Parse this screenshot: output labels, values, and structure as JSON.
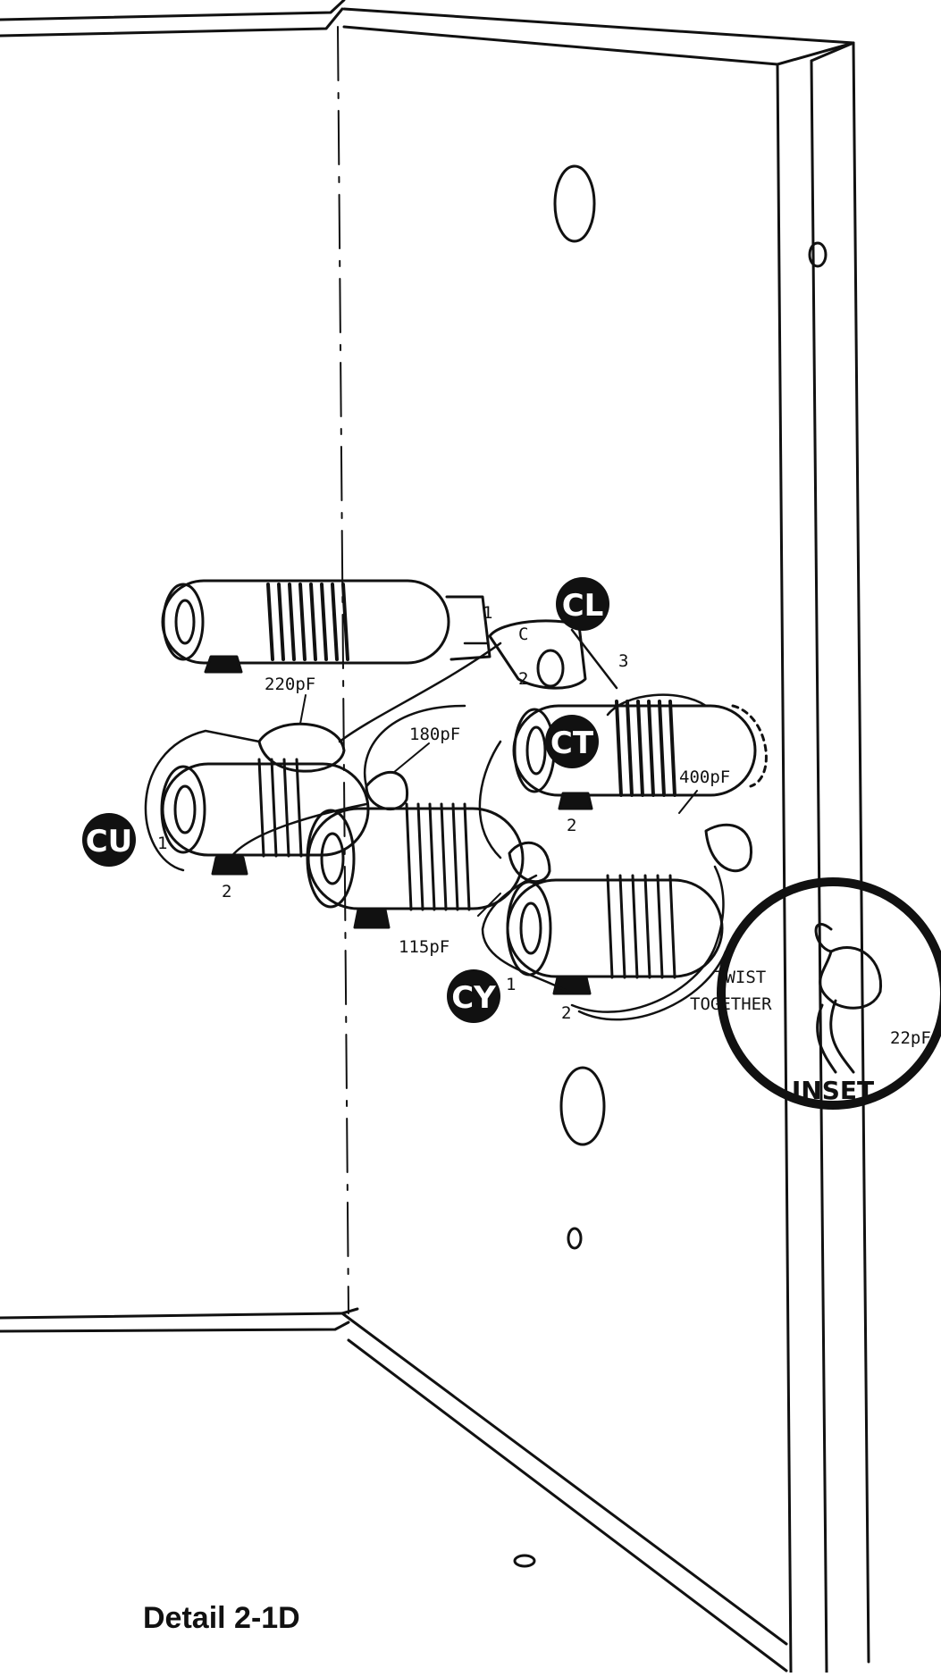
{
  "caption": "Detail 2-1D",
  "coil_labels": {
    "cl": "CL",
    "ct": "CT",
    "cu": "CU",
    "cy": "CY"
  },
  "capacitors": {
    "c220": "220pF",
    "c180": "180pF",
    "c400": "400pF",
    "c115": "115pF",
    "c22": "22pF"
  },
  "terminal_numbers": {
    "cl_1": "1",
    "cl_2": "2",
    "cl_3": "3",
    "ct_2": "2",
    "cu_1": "1",
    "cu_2": "2",
    "cy_1": "1",
    "cy_2": "2"
  },
  "bracket_mark": "C",
  "inset": {
    "twist": "TWIST",
    "together": "TOGETHER",
    "title": "INSET"
  },
  "colors": {
    "ink": "#111111",
    "paper": "#ffffff"
  }
}
